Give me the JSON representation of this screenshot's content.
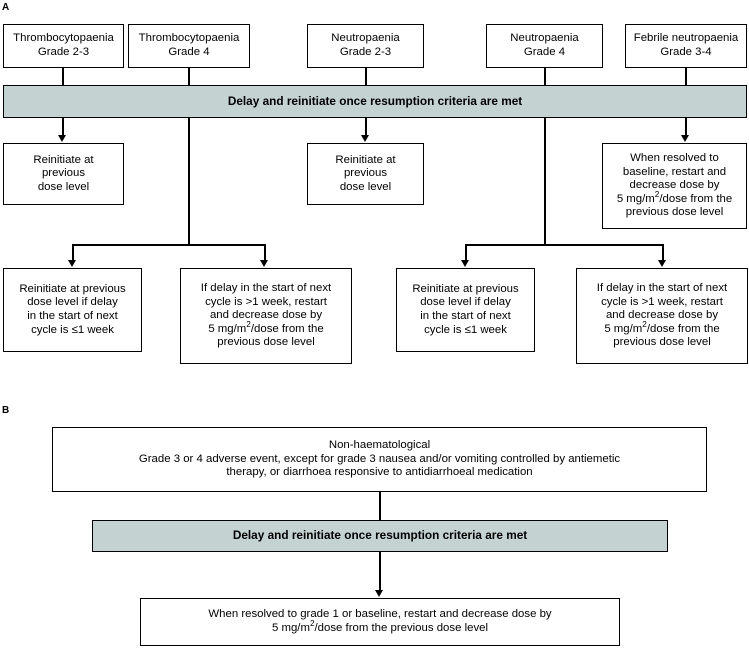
{
  "panels": {
    "a_label": "A",
    "b_label": "B"
  },
  "colors": {
    "banner_fill": "#c4d2d2",
    "stroke": "#000000",
    "node_fill": "#ffffff"
  },
  "panel_a": {
    "triggers": [
      {
        "id": "thrombo-2-3",
        "line1": "Thrombocytopaenia",
        "line2": "Grade 2-3"
      },
      {
        "id": "thrombo-4",
        "line1": "Thrombocytopaenia",
        "line2": "Grade 4"
      },
      {
        "id": "neutro-2-3",
        "line1": "Neutropaenia",
        "line2": "Grade 2-3"
      },
      {
        "id": "neutro-4",
        "line1": "Neutropaenia",
        "line2": "Grade 4"
      },
      {
        "id": "febrile-neutro-3-4",
        "line1": "Febrile neutropaenia",
        "line2": "Grade 3-4"
      }
    ],
    "banner": "Delay and reinitiate once resumption criteria are met",
    "mid_row": [
      {
        "id": "reinitiate-previous-left",
        "text": "Reinitiate at\nprevious\ndose level"
      },
      {
        "id": "reinitiate-previous-mid",
        "text": "Reinitiate at\nprevious\ndose level"
      },
      {
        "id": "resolved-baseline-reduce",
        "pre": "When resolved to\nbaseline, restart and\ndecrease dose by\n5 mg/m",
        "sup": "2",
        "post": "/dose from the\nprevious dose level"
      }
    ],
    "bottom_row": [
      {
        "id": "reinitiate-if-delay-le1wk-left",
        "text": "Reinitiate at previous\ndose level if delay\nin the start of next\ncycle is ≤1 week"
      },
      {
        "id": "restart-reduce-if-delay-gt1wk-left",
        "pre": "If delay in the start of next\ncycle is >1 week, restart\nand decrease dose by\n5 mg/m",
        "sup": "2",
        "post": "/dose from the\nprevious dose level"
      },
      {
        "id": "reinitiate-if-delay-le1wk-right",
        "text": "Reinitiate at previous\ndose level if delay\nin the start of next\ncycle is ≤1 week"
      },
      {
        "id": "restart-reduce-if-delay-gt1wk-right",
        "pre": "If delay in the start of next\ncycle is >1 week, restart\nand decrease dose by\n5 mg/m",
        "sup": "2",
        "post": "/dose from the\nprevious dose level"
      }
    ]
  },
  "panel_b": {
    "trigger": {
      "id": "non-haematological",
      "line1": "Non-haematological",
      "line2": "Grade 3 or 4 adverse event, except for grade 3 nausea and/or vomiting controlled by antiemetic",
      "line3": "therapy, or diarrhoea responsive to antidiarrhoeal medication"
    },
    "banner": "Delay and reinitiate once resumption criteria are met",
    "outcome": {
      "id": "resolved-grade1-baseline-reduce",
      "pre": "When resolved to grade 1 or baseline, restart and decrease dose by\n5 mg/m",
      "sup": "2",
      "post": "/dose from the previous dose level"
    }
  }
}
